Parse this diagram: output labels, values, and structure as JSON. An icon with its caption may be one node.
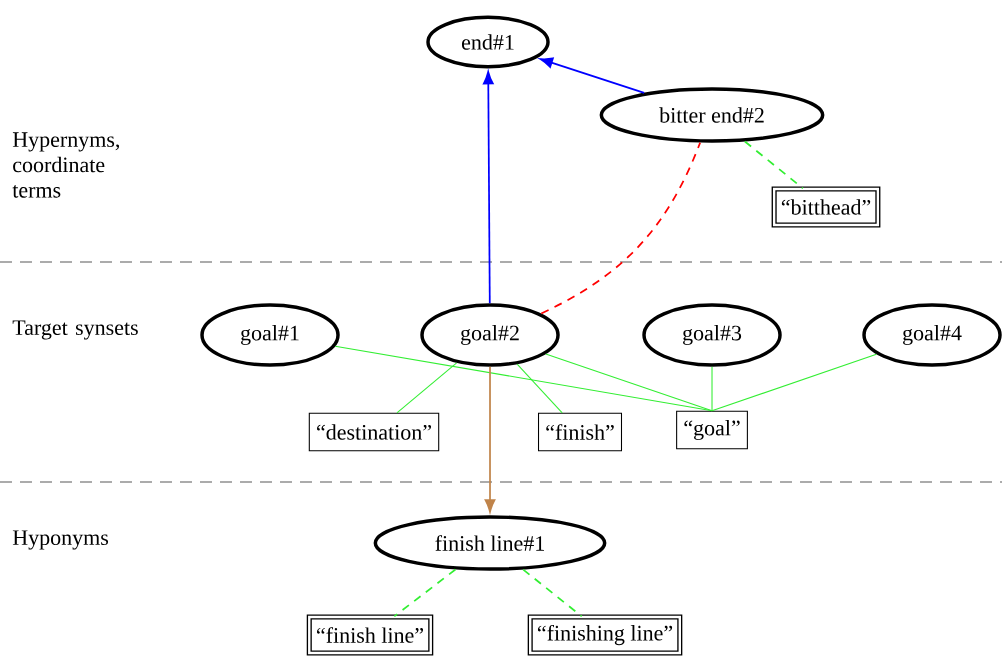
{
  "diagram": {
    "nodes": [
      {
        "text": [
          "end#1"
        ]
      },
      {
        "text": [
          "bitter end#2"
        ]
      },
      {
        "text": [
          "“bitthead”"
        ]
      },
      {
        "text": [
          "goal#1"
        ]
      },
      {
        "text": [
          "goal#2"
        ]
      },
      {
        "text": [
          "goal#3"
        ]
      },
      {
        "text": [
          "goal#4"
        ]
      },
      {
        "text": [
          "“destination”"
        ]
      },
      {
        "text": [
          "“finish”"
        ]
      },
      {
        "text": [
          "“goal”"
        ]
      },
      {
        "text": [
          "finish line#1"
        ]
      },
      {
        "text": [
          "“finish line”"
        ]
      },
      {
        "text": [
          "“finishing line”"
        ]
      }
    ],
    "edges": [
      {
        "from": 4,
        "to": 0,
        "arrow": "to",
        "color": "#0000ff"
      },
      {
        "from": 1,
        "to": 0,
        "arrow": "to",
        "color": "#0000ff"
      },
      {
        "from": 4,
        "to": 1,
        "arrow": "none",
        "style": "dashed",
        "color": "#ff0000"
      },
      {
        "from": 1,
        "to": 2,
        "arrow": "none",
        "style": "dashed"
      },
      {
        "from": 3,
        "to": 9,
        "arrow": "none"
      },
      {
        "from": 4,
        "to": 7,
        "arrow": "none"
      },
      {
        "from": 4,
        "to": 8,
        "arrow": "none"
      },
      {
        "from": 4,
        "to": 9,
        "arrow": "none"
      },
      {
        "from": 5,
        "to": 9,
        "arrow": "none"
      },
      {
        "from": 6,
        "to": 9,
        "arrow": "none"
      },
      {
        "from": 4,
        "to": 10,
        "arrow": "to",
        "color": "#c0844a"
      },
      {
        "from": 10,
        "to": 11,
        "arrow": "none",
        "style": "dashed"
      },
      {
        "from": 10,
        "to": 12,
        "arrow": "none",
        "style": "dashed"
      }
    ],
    "labels": [
      "Hypernyms, coordinate terms",
      "Target synsets",
      "Hyponyms"
    ]
  }
}
